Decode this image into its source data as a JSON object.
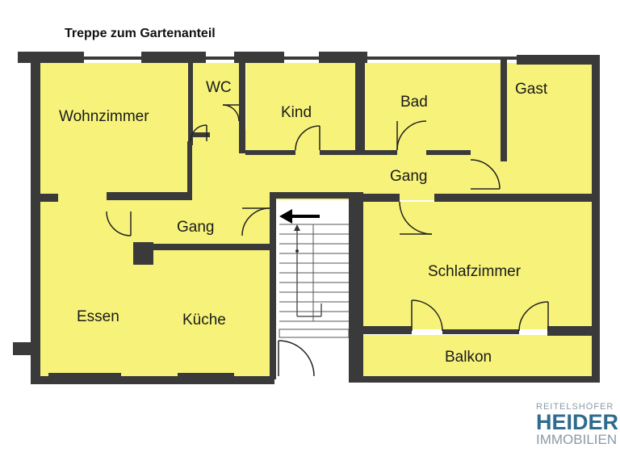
{
  "plan": {
    "title": "Treppe zum Gartenanteil",
    "rooms": {
      "wc": "WC",
      "wohnzimmer": "Wohnzimmer",
      "kind": "Kind",
      "bad": "Bad",
      "gast": "Gast",
      "gang_upper": "Gang",
      "gang_lower": "Gang",
      "schlafzimmer": "Schlafzimmer",
      "essen": "Essen",
      "kueche": "Küche",
      "balkon": "Balkon"
    },
    "colors": {
      "floor": "#f7f37a",
      "wall": "#3a3a3a",
      "stair": "#ffffff"
    }
  },
  "brand": {
    "line1": "REITELSHÖFER",
    "line2": "HEIDER",
    "line3": "IMMOBILIEN"
  }
}
